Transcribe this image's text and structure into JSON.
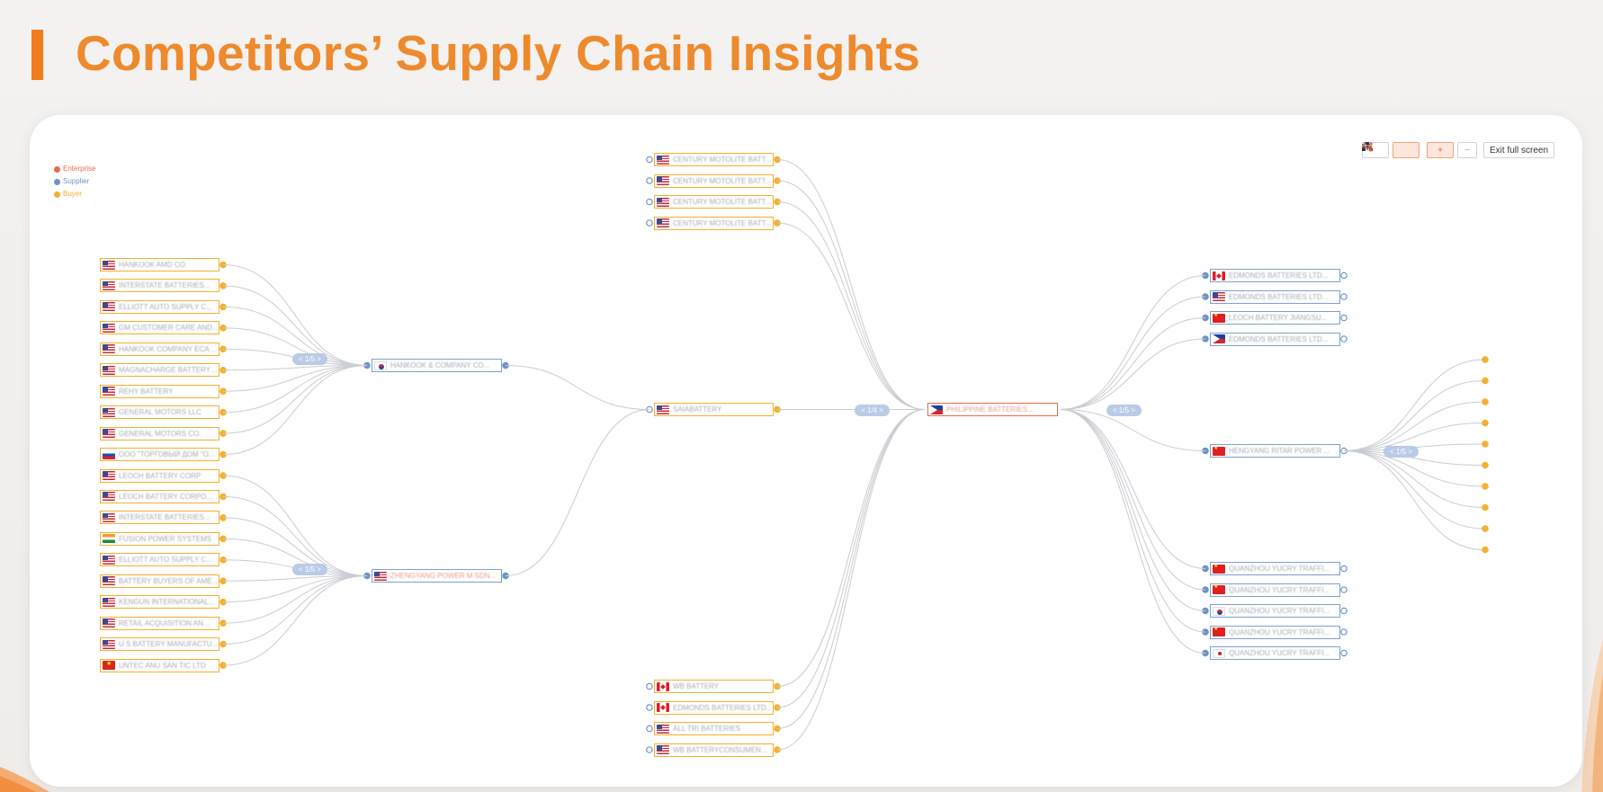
{
  "page": {
    "title": "Competitors’ Supply Chain Insights"
  },
  "colors": {
    "accent": "#f07c1e",
    "title": "#ee8a2e",
    "enterprise": "#e86a4c",
    "supplier": "#6f93c6",
    "buyer": "#f3b030",
    "edge": "#c9ccd1"
  },
  "legend": [
    {
      "label": "Enterprise",
      "color": "#e86a4c"
    },
    {
      "label": "Supplier",
      "color": "#6f93c6"
    },
    {
      "label": "Buyer",
      "color": "#f3b030"
    }
  ],
  "toolbar": {
    "tree_icon": "sitemap-icon",
    "graph_icon": "graph-icon",
    "zoom_in": "+",
    "zoom_out": "−",
    "exit_label": "Exit full screen",
    "exit_icon": "collapse-icon"
  },
  "pagers": {
    "left_top": "< 1/5 >",
    "left_bottom": "< 1/5 >",
    "center": "< 1/4 >",
    "right": "< 1/5 >",
    "far_right": "< 1/5 >"
  },
  "graph": {
    "center_node": {
      "label": "PHILIPPINE BATTERIES...",
      "flag": "ph",
      "type": "enterprise"
    },
    "top_buyers": [
      {
        "label": "CENTURY MOTOLITE BATT...",
        "flag": "us"
      },
      {
        "label": "CENTURY MOTOLITE BATT...",
        "flag": "us"
      },
      {
        "label": "CENTURY MOTOLITE BATT...",
        "flag": "us"
      },
      {
        "label": "CENTURY MOTOLITE BATT...",
        "flag": "us"
      }
    ],
    "middle_buyer": {
      "label": "SAIABATTERY",
      "flag": "us"
    },
    "bottom_buyers": [
      {
        "label": "WB BATTERY",
        "flag": "ca"
      },
      {
        "label": "EDMONDS BATTERIES LTD...",
        "flag": "ca"
      },
      {
        "label": "ALL TRI BATTERIES",
        "flag": "us"
      },
      {
        "label": "WB BATTERYCONSUMENEN...",
        "flag": "us"
      }
    ],
    "mid_suppliers": [
      {
        "label": "HANKOOK & COMPANY CO...",
        "flag": "kr"
      },
      {
        "label": "ZHENGYANG POWER M SDN...",
        "flag": "us"
      }
    ],
    "left_buyers": [
      {
        "label": "HANKOOK AMD CO.",
        "flag": "us"
      },
      {
        "label": "INTERSTATE BATTERIES...",
        "flag": "us"
      },
      {
        "label": "ELLIOTT AUTO SUPPLY C...",
        "flag": "us"
      },
      {
        "label": "GM CUSTOMER CARE AND...",
        "flag": "us"
      },
      {
        "label": "HANKOOK COMPANY ECAM...",
        "flag": "us"
      },
      {
        "label": "MAGNACHARGE BATTERY C...",
        "flag": "us"
      },
      {
        "label": "REHY BATTERY",
        "flag": "us"
      },
      {
        "label": "GENERAL MOTORS LLC",
        "flag": "us"
      },
      {
        "label": "GENERAL MOTORS CO.",
        "flag": "us"
      },
      {
        "label": "ООО \"ТОРГОВЫЙ ДОМ \"ОЯ...",
        "flag": "ru"
      },
      {
        "label": "LEOCH BATTERY CORP",
        "flag": "us"
      },
      {
        "label": "LEOCH BATTERY CORPORA...",
        "flag": "us"
      },
      {
        "label": "INTERSTATE BATTERIES...",
        "flag": "us"
      },
      {
        "label": "FUSION POWER SYSTEMS",
        "flag": "in"
      },
      {
        "label": "ELLIOTT AUTO SUPPLY C...",
        "flag": "us"
      },
      {
        "label": "BATTERY BUYERS OF AME...",
        "flag": "us"
      },
      {
        "label": "KENGUN INTERNATIONAL...",
        "flag": "us"
      },
      {
        "label": "RETAIL ACQUISITION AN...",
        "flag": "us"
      },
      {
        "label": "U S BATTERY MANUFACTU...",
        "flag": "us"
      },
      {
        "label": "UNTEC ANU SAN TIC LTD",
        "flag": "vn"
      }
    ],
    "right_top_suppliers": [
      {
        "label": "EDMONDS BATTERIES LTD...",
        "flag": "ca"
      },
      {
        "label": "EDMONDS BATTERIES LTD...",
        "flag": "us"
      },
      {
        "label": "LEOCH BATTERY JIANGSU...",
        "flag": "cn"
      },
      {
        "label": "EDMONDS BATTERIES LTD...",
        "flag": "ph"
      }
    ],
    "right_mid_supplier": {
      "label": "HENGYANG RITAR POWER ...",
      "flag": "cn"
    },
    "right_bottom_suppliers": [
      {
        "label": "QUANZHOU YUCRY TRAFFI...",
        "flag": "cn"
      },
      {
        "label": "QUANZHOU YUCRY TRAFFI...",
        "flag": "cn"
      },
      {
        "label": "QUANZHOU YUCRY TRAFFI...",
        "flag": "kr"
      },
      {
        "label": "QUANZHOU YUCRY TRAFFI...",
        "flag": "cn"
      },
      {
        "label": "QUANZHOU YUCRY TRAFFI...",
        "flag": "jp"
      }
    ]
  }
}
